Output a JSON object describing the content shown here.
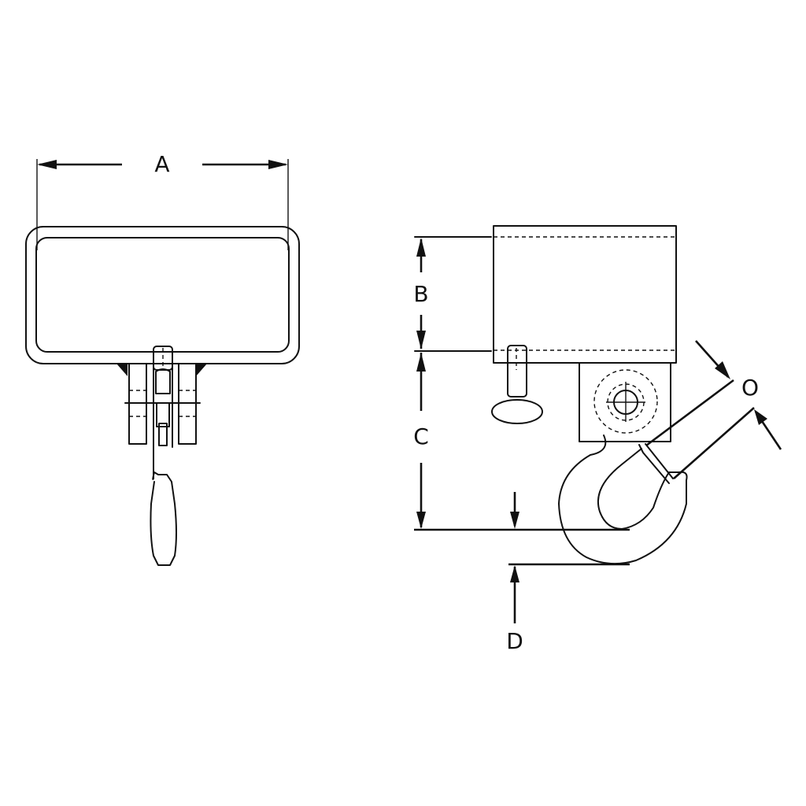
{
  "diagram": {
    "type": "technical-drawing",
    "subject": "crane scale with swivel hook — front and side views",
    "colors": {
      "line": "#111111",
      "background": "#ffffff"
    },
    "views": [
      {
        "id": "front-view",
        "description": "Front view: rounded rectangular housing, shackle bracket and hook handle"
      },
      {
        "id": "side-view",
        "description": "Side view: housing, bolt, swivel block and hook with safety latch"
      }
    ],
    "dimensions": {
      "A": {
        "label": "A",
        "meaning": "overall housing width (front view)"
      },
      "B": {
        "label": "B",
        "meaning": "housing height (side view)"
      },
      "C": {
        "label": "C",
        "meaning": "housing bottom to hook saddle (side view)"
      },
      "D": {
        "label": "D",
        "meaning": "hook saddle to hook bottom (side view)"
      },
      "O": {
        "label": "O",
        "meaning": "hook throat opening (side view)"
      }
    }
  }
}
